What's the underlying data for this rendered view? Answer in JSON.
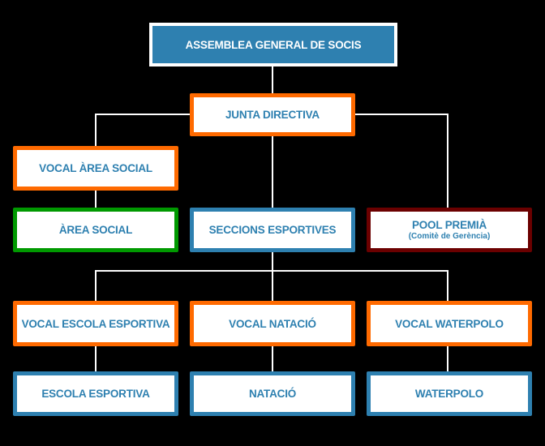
{
  "org_chart": {
    "title_node": {
      "label": "ASSEMBLEA GENERAL DE SOCIS",
      "fill": "#2e80b0"
    },
    "level1": {
      "label": "JUNTA DIRECTIVA",
      "border": "#ff6a00"
    },
    "level2": {
      "vocal_area_social": {
        "label": "VOCAL ÀREA SOCIAL",
        "border": "#ff6a00"
      },
      "area_social": {
        "label": "ÀREA SOCIAL",
        "border": "#009900"
      },
      "seccions_esportives": {
        "label": "SECCIONS ESPORTIVES",
        "border": "#2e80b0"
      },
      "pool_premia": {
        "label": "POOL PREMIÀ",
        "sublabel": "(Comitè de Gerència)",
        "border": "#6b0000"
      }
    },
    "vocals": [
      {
        "label": "VOCAL ESCOLA ESPORTIVA",
        "border": "#ff6a00"
      },
      {
        "label": "VOCAL NATACIÓ",
        "border": "#ff6a00"
      },
      {
        "label": "VOCAL WATERPOLO",
        "border": "#ff6a00"
      }
    ],
    "sections": [
      {
        "label": "ESCOLA ESPORTIVA",
        "border": "#2e80b0"
      },
      {
        "label": "NATACIÓ",
        "border": "#2e80b0"
      },
      {
        "label": "WATERPOLO",
        "border": "#2e80b0"
      }
    ]
  }
}
